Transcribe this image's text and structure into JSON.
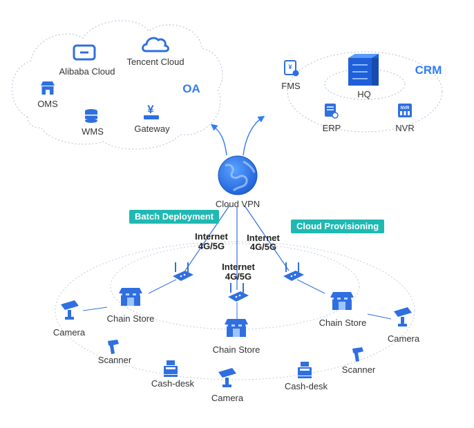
{
  "cloud_group": {
    "tag": "OA",
    "items": {
      "alibaba": "Alibaba Cloud",
      "tencent": "Tencent Cloud",
      "oms": "OMS",
      "wms": "WMS",
      "gateway": "Gateway"
    }
  },
  "hq_group": {
    "tag": "CRM",
    "items": {
      "fms": "FMS",
      "hq": "HQ",
      "erp": "ERP",
      "nvr": "NVR"
    }
  },
  "center": {
    "label": "Cloud VPN"
  },
  "badges": {
    "batch": "Batch Deployment",
    "provision": "Cloud Provisioning"
  },
  "links": {
    "left_line1": "Internet",
    "left_line2": "4G/5G",
    "mid_line1": "Internet",
    "mid_line2": "4G/5G",
    "right_line1": "Internet",
    "right_line2": "4G/5G"
  },
  "stores": {
    "left": "Chain Store",
    "center": "Chain Store",
    "right": "Chain Store"
  },
  "devices": {
    "camera_left": "Camera",
    "camera_right": "Camera",
    "camera_bottom": "Camera",
    "scanner_left": "Scanner",
    "scanner_right": "Scanner",
    "cashdesk_left": "Cash-desk",
    "cashdesk_right": "Cash-desk"
  },
  "colors": {
    "primary": "#2f7cf6",
    "icon_blue": "#2f6fe0",
    "badge": "#1fb9b2",
    "dotted": "#b9c8dc"
  }
}
